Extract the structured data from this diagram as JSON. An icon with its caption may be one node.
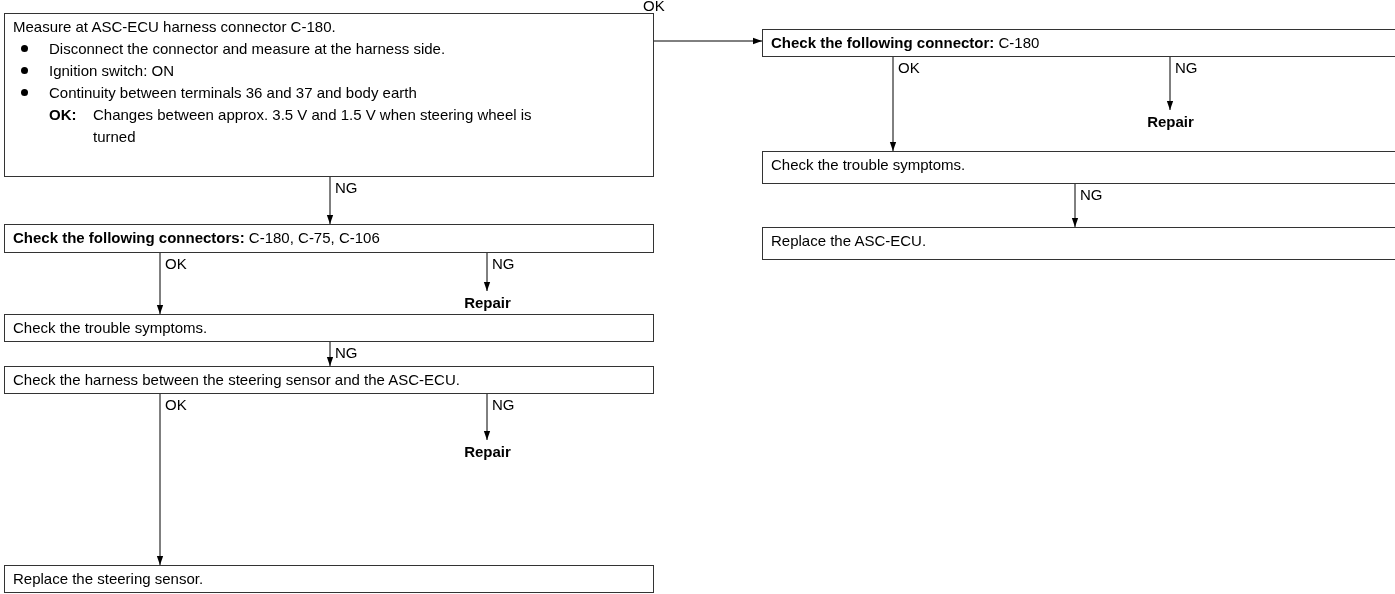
{
  "diagram": {
    "nodes": [
      {
        "text": [
          "Measure at ASC-ECU harness connector C-180.",
          "Disconnect the connector and measure at the harness side.",
          "Ignition switch: ON",
          "Continuity between terminals 36 and 37 and body earth",
          "**OK:** Changes between approx. 3.5 V and 1.5 V when steering wheel is turned"
        ]
      },
      {
        "text": [
          "**Check the following connectors:** C-180, C-75, C-106"
        ]
      },
      {
        "text": [
          "Repair"
        ]
      },
      {
        "text": [
          "Check the trouble symptoms."
        ]
      },
      {
        "text": [
          "Check the harness between the steering sensor and the ASC-ECU."
        ]
      },
      {
        "text": [
          "Repair"
        ]
      },
      {
        "text": [
          "Replace the steering sensor."
        ]
      },
      {
        "text": [
          "**Check the following connector:** C-180"
        ]
      },
      {
        "text": [
          "Repair"
        ]
      },
      {
        "text": [
          "Check the trouble symptoms."
        ]
      },
      {
        "text": [
          "Replace the ASC-ECU."
        ]
      }
    ],
    "edges": [
      {
        "from": 0,
        "to": 7,
        "arrow": "to",
        "label": "OK"
      },
      {
        "from": 0,
        "to": 1,
        "arrow": "to",
        "label": "NG"
      },
      {
        "from": 1,
        "to": 3,
        "arrow": "to",
        "label": "OK"
      },
      {
        "from": 1,
        "to": 2,
        "arrow": "to",
        "label": "NG"
      },
      {
        "from": 3,
        "to": 4,
        "arrow": "to",
        "label": "NG"
      },
      {
        "from": 4,
        "to": 6,
        "arrow": "to",
        "label": "OK"
      },
      {
        "from": 4,
        "to": 5,
        "arrow": "to",
        "label": "NG"
      },
      {
        "from": 7,
        "to": 9,
        "arrow": "to",
        "label": "OK"
      },
      {
        "from": 7,
        "to": 8,
        "arrow": "to",
        "label": "NG"
      },
      {
        "from": 9,
        "to": 10,
        "arrow": "to",
        "label": "NG"
      }
    ]
  }
}
